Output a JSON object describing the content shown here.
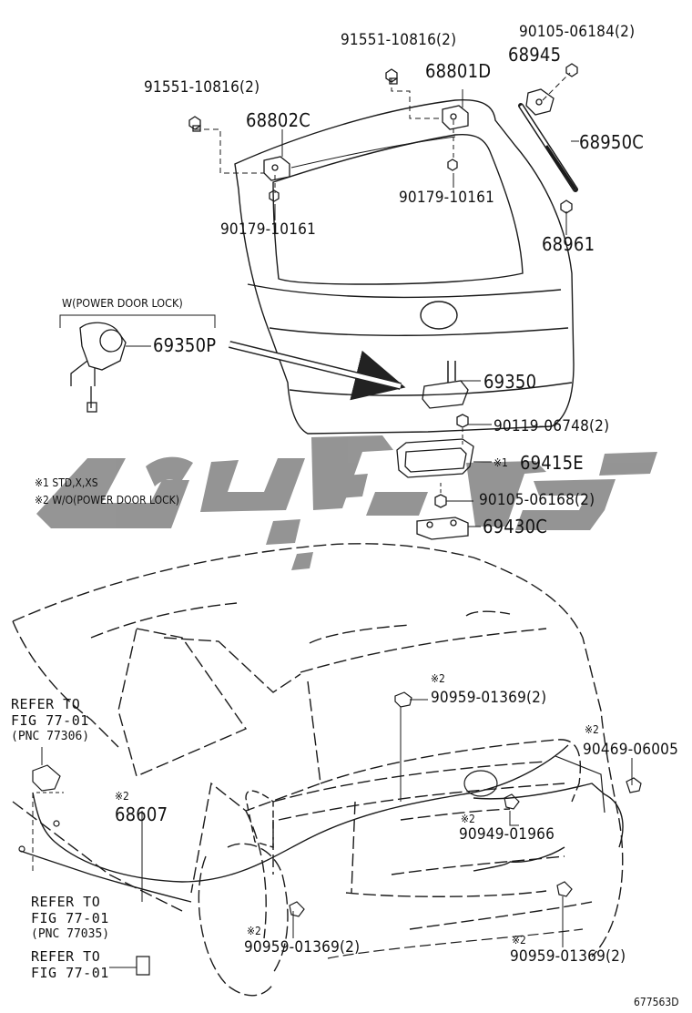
{
  "labels": {
    "p_91551_top": "91551-10816(2)",
    "p_90105_top": "90105-06184(2)",
    "p_68945": "68945",
    "p_68801D": "68801D",
    "p_91551_left": "91551-10816(2)",
    "p_68802C": "68802C",
    "p_68950C": "68950C",
    "p_90179_right": "90179-10161",
    "p_90179_left": "90179-10161",
    "p_68961": "68961",
    "power_lock_header": "W(POWER DOOR LOCK)",
    "p_69350P": "69350P",
    "p_69350": "69350",
    "p_90119": "90119-06748(2)",
    "mark_1": "※1",
    "p_69415E": "69415E",
    "p_90105_mid": "90105-06168(2)",
    "p_69430C": "69430C",
    "p_90959_a": "90959-01369(2)",
    "p_90469": "90469-06005",
    "p_68607": "68607",
    "p_90949": "90949-01966",
    "p_90959_b": "90959-01369(2)",
    "p_90959_c": "90959-01369(2)",
    "mark_2a": "※2",
    "mark_2b": "※2",
    "mark_2c": "※2",
    "mark_2d": "※2",
    "mark_2e": "※2",
    "mark_2f": "※2"
  },
  "notes": {
    "n1": "※1 STD,X,XS",
    "n2": "※2 W/O(POWER DOOR LOCK)"
  },
  "refs": [
    {
      "line1": "REFER TO",
      "line2": "FIG 77-01",
      "line3": "(PNC 77306)"
    },
    {
      "line1": "REFER TO",
      "line2": "FIG 77-01",
      "line3": "(PNC 77035)"
    },
    {
      "line1": "REFER TO",
      "line2": "FIG 77-01"
    }
  ],
  "diagram_code": "677563D",
  "colors": {
    "watermark": "#8f8f8f",
    "line": "#1a1a1a"
  }
}
